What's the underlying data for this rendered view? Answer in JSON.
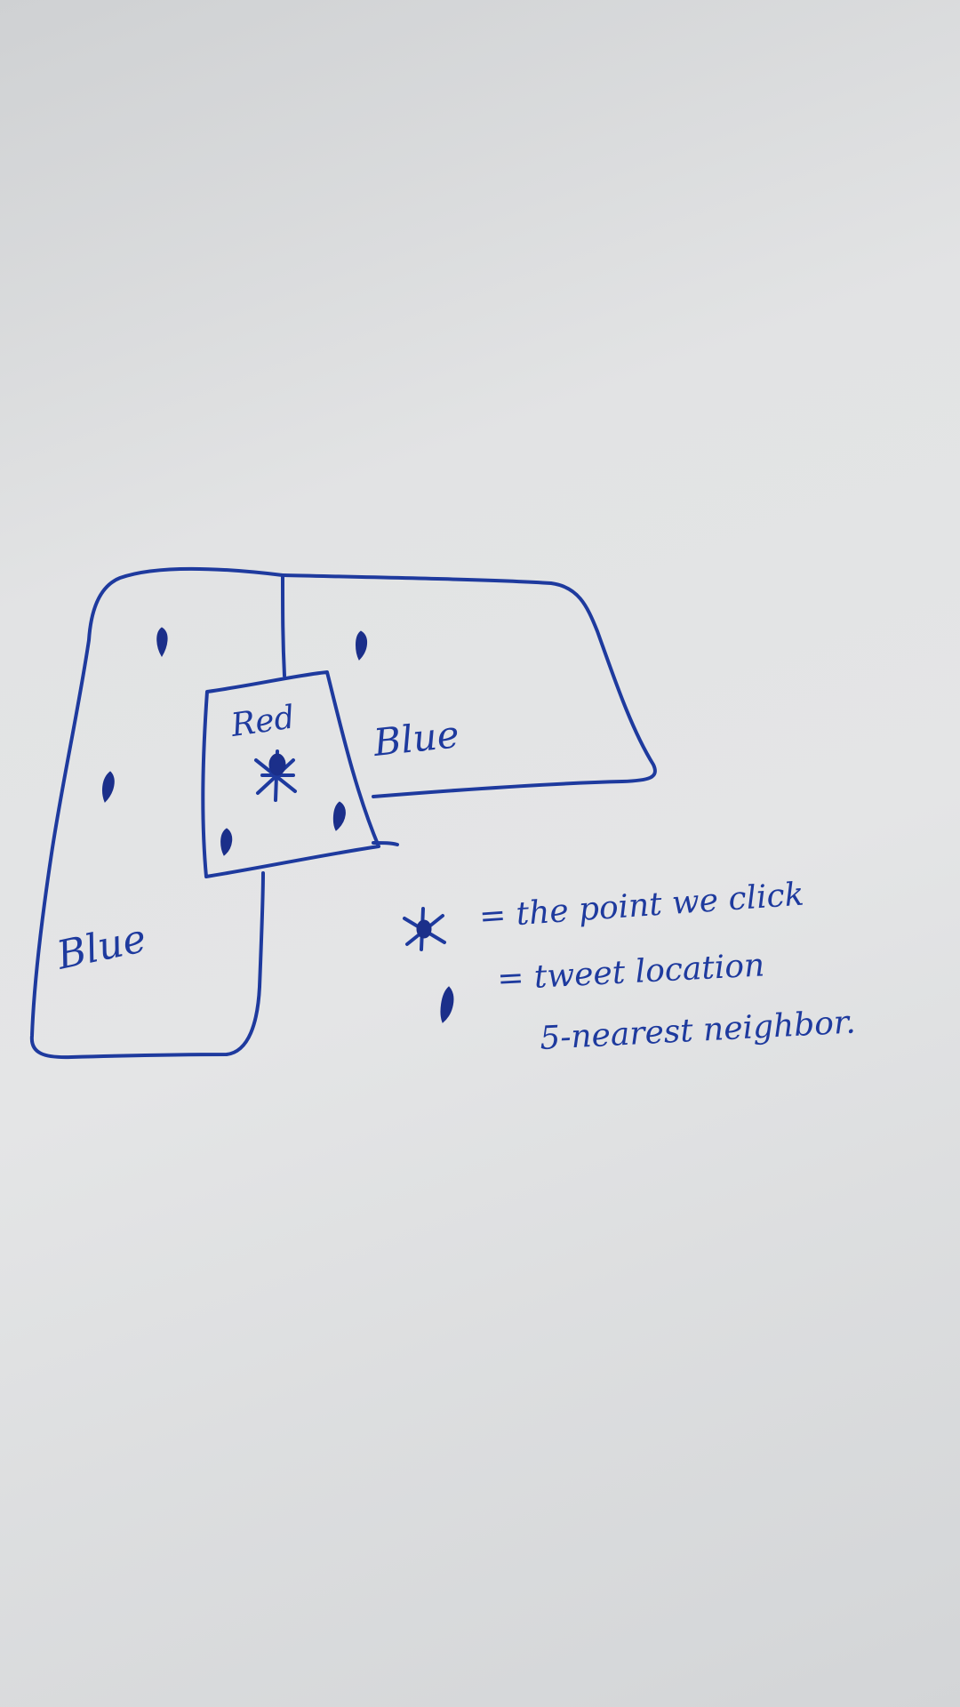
{
  "regions": {
    "left_label": "Blue",
    "right_label": "Blue",
    "center_label": "Red"
  },
  "legend": {
    "click_point": "= the point we click",
    "tweet_location": "= tweet location",
    "method": "5-nearest neighbor."
  },
  "icons": {
    "click_point": "star-icon",
    "tweet": "teardrop-icon"
  },
  "colors": {
    "ink": "#1e3a9e",
    "paper": "#e2e3e4"
  }
}
